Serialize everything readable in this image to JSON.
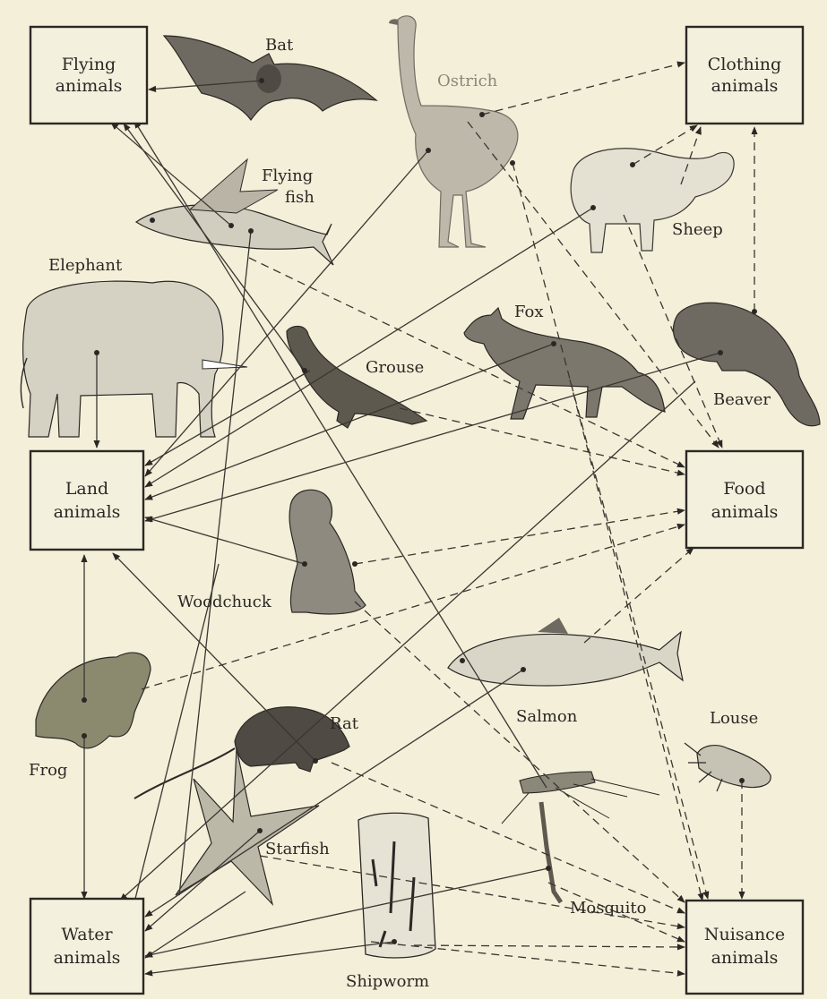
{
  "categories": {
    "flying": "Flying animals",
    "clothing": "Clothing animals",
    "land": "Land animals",
    "food": "Food animals",
    "water": "Water animals",
    "nuisance": "Nuisance animals"
  },
  "categories_lines": {
    "flying": [
      "Flying",
      "animals"
    ],
    "clothing": [
      "Clothing",
      "animals"
    ],
    "land": [
      "Land",
      "animals"
    ],
    "food": [
      "Food",
      "animals"
    ],
    "water": [
      "Water",
      "animals"
    ],
    "nuisance": [
      "Nuisance",
      "animals"
    ]
  },
  "animals": {
    "bat": "Bat",
    "ostrich": "Ostrich",
    "flying_fish": [
      "Flying",
      "fish"
    ],
    "sheep": "Sheep",
    "elephant": "Elephant",
    "fox": "Fox",
    "grouse": "Grouse",
    "beaver": "Beaver",
    "woodchuck": "Woodchuck",
    "salmon": "Salmon",
    "louse": "Louse",
    "rat": "Rat",
    "frog": "Frog",
    "starfish": "Starfish",
    "mosquito": "Mosquito",
    "shipworm": "Shipworm"
  },
  "connections": [
    {
      "from": "Bat",
      "to": "Flying animals",
      "style": "solid"
    },
    {
      "from": "Ostrich",
      "to": "Clothing animals",
      "style": "dashed"
    },
    {
      "from": "Ostrich",
      "to": "Land animals",
      "style": "solid"
    },
    {
      "from": "Ostrich",
      "to": "Food animals",
      "style": "dashed"
    },
    {
      "from": "Flying fish",
      "to": "Water animals",
      "style": "solid"
    },
    {
      "from": "Flying fish",
      "to": "Flying animals",
      "style": "solid"
    },
    {
      "from": "Flying fish",
      "to": "Food animals",
      "style": "dashed"
    },
    {
      "from": "Sheep",
      "to": "Clothing animals",
      "style": "dashed"
    },
    {
      "from": "Sheep",
      "to": "Land animals",
      "style": "solid"
    },
    {
      "from": "Sheep",
      "to": "Food animals",
      "style": "dashed"
    },
    {
      "from": "Elephant",
      "to": "Land animals",
      "style": "solid"
    },
    {
      "from": "Fox",
      "to": "Clothing animals",
      "style": "dashed"
    },
    {
      "from": "Fox",
      "to": "Land animals",
      "style": "solid"
    },
    {
      "from": "Fox",
      "to": "Nuisance animals",
      "style": "dashed"
    },
    {
      "from": "Grouse",
      "to": "Flying animals",
      "style": "solid"
    },
    {
      "from": "Grouse",
      "to": "Land animals",
      "style": "solid"
    },
    {
      "from": "Grouse",
      "to": "Food animals",
      "style": "dashed"
    },
    {
      "from": "Beaver",
      "to": "Clothing animals",
      "style": "dashed"
    },
    {
      "from": "Beaver",
      "to": "Land animals",
      "style": "solid"
    },
    {
      "from": "Beaver",
      "to": "Water animals",
      "style": "solid"
    },
    {
      "from": "Woodchuck",
      "to": "Land animals",
      "style": "solid"
    },
    {
      "from": "Woodchuck",
      "to": "Food animals",
      "style": "dashed"
    },
    {
      "from": "Woodchuck",
      "to": "Nuisance animals",
      "style": "dashed"
    },
    {
      "from": "Salmon",
      "to": "Water animals",
      "style": "solid"
    },
    {
      "from": "Salmon",
      "to": "Food animals",
      "style": "dashed"
    },
    {
      "from": "Louse",
      "to": "Nuisance animals",
      "style": "dashed"
    },
    {
      "from": "Rat",
      "to": "Land animals",
      "style": "solid"
    },
    {
      "from": "Rat",
      "to": "Nuisance animals",
      "style": "dashed"
    },
    {
      "from": "Frog",
      "to": "Land animals",
      "style": "solid"
    },
    {
      "from": "Frog",
      "to": "Water animals",
      "style": "solid"
    },
    {
      "from": "Frog",
      "to": "Food animals",
      "style": "dashed"
    },
    {
      "from": "Starfish",
      "to": "Water animals",
      "style": "solid"
    },
    {
      "from": "Starfish",
      "to": "Nuisance animals",
      "style": "dashed"
    },
    {
      "from": "Mosquito",
      "to": "Flying animals",
      "style": "solid"
    },
    {
      "from": "Mosquito",
      "to": "Water animals",
      "style": "solid"
    },
    {
      "from": "Mosquito",
      "to": "Nuisance animals",
      "style": "dashed"
    },
    {
      "from": "Shipworm",
      "to": "Water animals",
      "style": "solid"
    },
    {
      "from": "Shipworm",
      "to": "Nuisance animals",
      "style": "dashed"
    }
  ]
}
